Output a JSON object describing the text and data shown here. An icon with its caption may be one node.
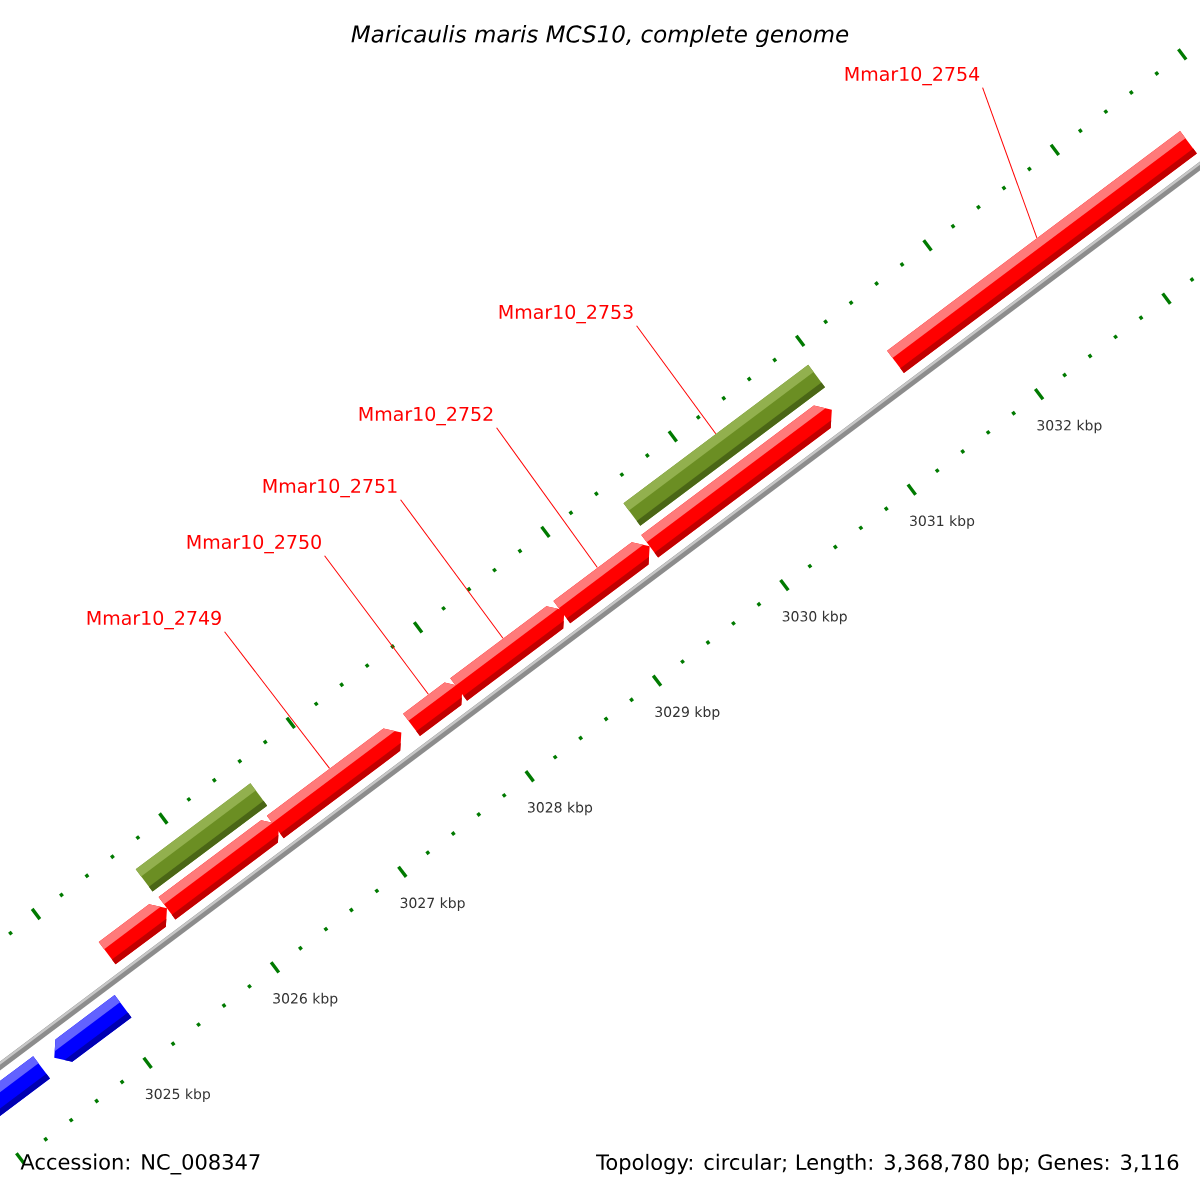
{
  "diagram": {
    "title": "Maricaulis maris MCS10, complete genome",
    "nodes": [
      {
        "text": [],
        "shape": "pentagon"
      },
      {
        "text": [],
        "shape": "pentagon"
      },
      {
        "text": [],
        "shape": "pentagon"
      },
      {
        "text": [],
        "shape": "bar"
      },
      {
        "text": [],
        "shape": "pentagon"
      },
      {
        "text": [],
        "shape": "pentagon"
      },
      {
        "text": [],
        "shape": "pentagon"
      },
      {
        "text": [],
        "shape": "pentagon"
      },
      {
        "text": [],
        "shape": "pentagon"
      },
      {
        "text": [],
        "shape": "bar"
      },
      {
        "text": [],
        "shape": "pentagon"
      },
      {
        "text": [],
        "shape": "pentagon"
      },
      {
        "text": [
          "Mmar10_2749"
        ]
      },
      {
        "text": [
          "Mmar10_2750"
        ]
      },
      {
        "text": [
          "Mmar10_2751"
        ]
      },
      {
        "text": [
          "Mmar10_2752"
        ]
      },
      {
        "text": [
          "Mmar10_2753"
        ]
      },
      {
        "text": [
          "Mmar10_2754"
        ]
      }
    ],
    "edges": [
      {
        "from": 12,
        "to": 5,
        "arrow": "none"
      },
      {
        "from": 13,
        "to": 6,
        "arrow": "none"
      },
      {
        "from": 14,
        "to": 7,
        "arrow": "none"
      },
      {
        "from": 15,
        "to": 8,
        "arrow": "none"
      },
      {
        "from": 16,
        "to": 9,
        "arrow": "none"
      },
      {
        "from": 17,
        "to": 11,
        "arrow": "none"
      }
    ],
    "labels": [
      "3025 kbp",
      "3026 kbp",
      "3027 kbp",
      "3028 kbp",
      "3029 kbp",
      "3030 kbp",
      "3031 kbp",
      "3032 kbp",
      "Accession: NC_008347",
      "Topology: circular; Length: 3,368,780 bp; Genes: 3,116"
    ]
  }
}
